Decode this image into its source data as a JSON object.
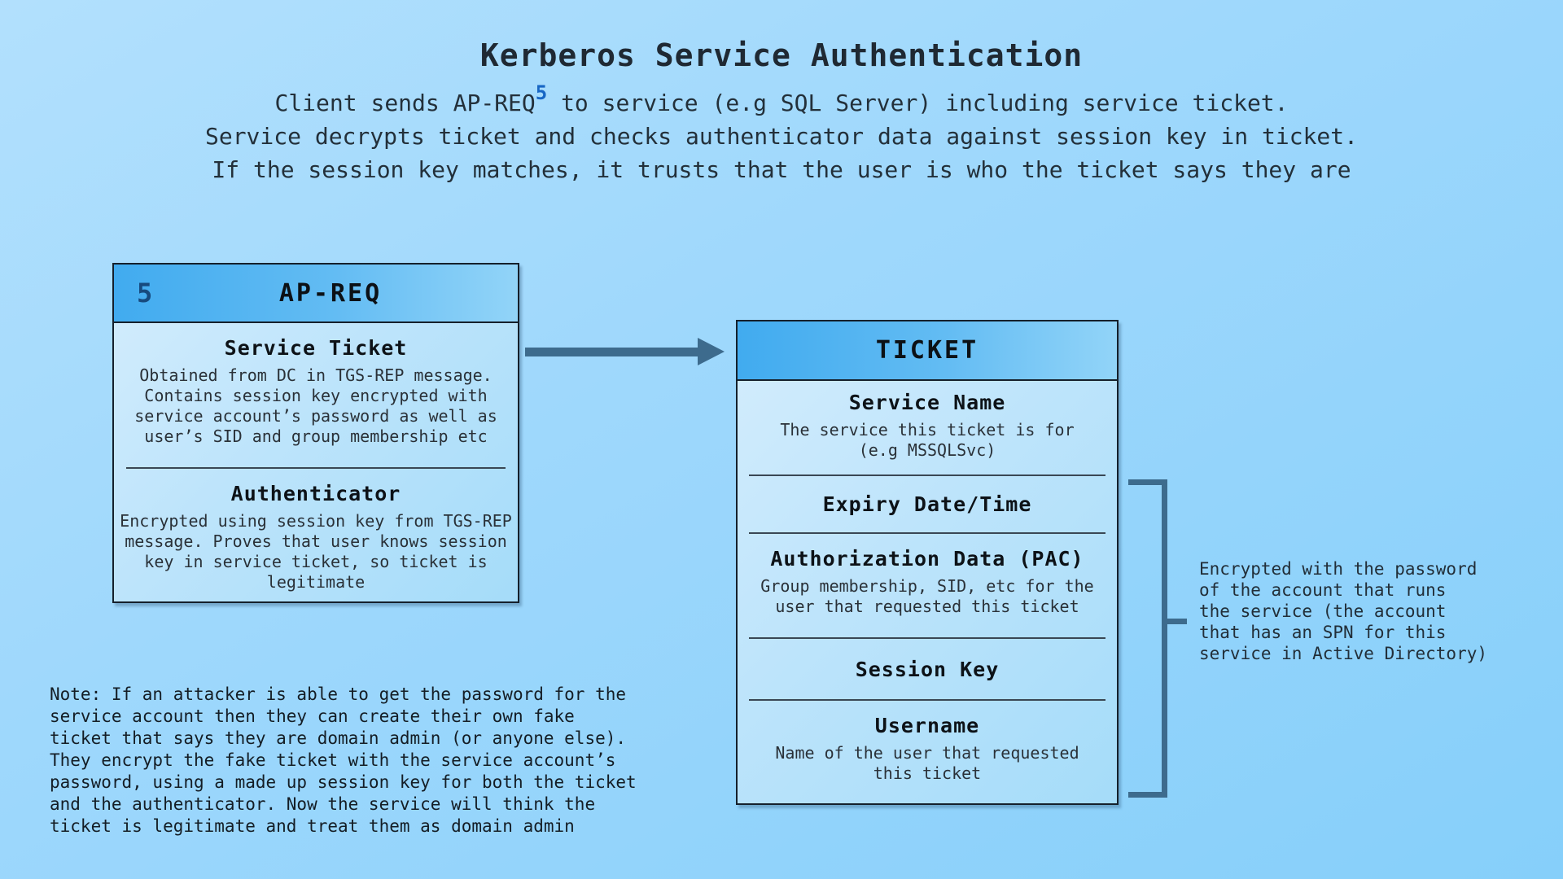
{
  "title": "Kerberos Service Authentication",
  "subtitle": {
    "line1_pre": "Client sends AP-REQ",
    "line1_sup": "5",
    "line1_post": " to service (e.g SQL Server) including service ticket.",
    "line2": "Service decrypts ticket and checks authenticator data against session key in ticket.",
    "line3": "If the session key matches, it trusts that the user is who the ticket says they are"
  },
  "ap_req_box": {
    "step_number": "5",
    "header": "AP-REQ",
    "sections": [
      {
        "heading": "Service Ticket",
        "body": "Obtained from DC in TGS-REP message.\n Contains session key encrypted with\nservice account’s password as well as\n user’s SID and group membership etc"
      },
      {
        "heading": "Authenticator",
        "body": "Encrypted using session key from TGS-REP\nmessage. Proves that user knows session\nkey in service ticket, so ticket is\nlegitimate"
      }
    ]
  },
  "ticket_box": {
    "header": "TICKET",
    "sections": [
      {
        "heading": "Service Name",
        "body": "The service this ticket is for\n(e.g MSSQLSvc)"
      },
      {
        "heading": "Expiry Date/Time",
        "body": ""
      },
      {
        "heading": "Authorization Data (PAC)",
        "body": "Group membership, SID, etc for the\nuser that requested this ticket"
      },
      {
        "heading": "Session Key",
        "body": ""
      },
      {
        "heading": "Username",
        "body": "Name of the user that requested\nthis ticket"
      }
    ]
  },
  "bracket_note": "Encrypted with the password\nof the account that runs\nthe service (the account\nthat has an SPN for this\nservice in Active Directory)",
  "attack_note": "Note: If an attacker is able to get the password for the\nservice account then they can create their own fake\nticket that says they are domain admin (or anyone else).\nThey encrypt the fake ticket with the service account’s\npassword, using a made up session key for both the ticket\nand the authenticator. Now the service will think the\nticket is legitimate and treat them as domain admin",
  "colors": {
    "background_top": "#b2e0fd",
    "background_bottom": "#86cffa",
    "box_header_gradient_left": "#41abef",
    "box_header_gradient_right": "#92d4f8",
    "box_body_gradient_light": "#d4edfd",
    "box_body_gradient_dark": "#a5dcf9",
    "box_border": "#15202b",
    "divider": "#3a4754",
    "arrow": "#3d6b8d",
    "bracket": "#3d6b8d",
    "step_number": "#174a7e",
    "superscript_5": "#1766c4",
    "heading_text": "#0d1217",
    "body_text": "#2a3138"
  }
}
